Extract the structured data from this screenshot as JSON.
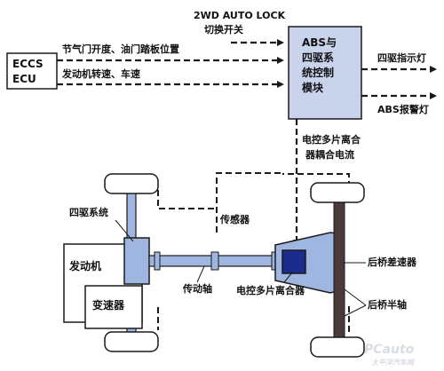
{
  "ecu": {
    "line1": "ECCS",
    "line2": "ECU"
  },
  "abs_unit": {
    "line1": "ABS与",
    "line2": "四驱系",
    "line3": "统控制",
    "line4": "模块"
  },
  "signals": {
    "switch_name": "2WD AUTO LOCK",
    "switch_label": "切换开关",
    "throttle": "节气门开度、油门踏板位置",
    "engine_speed": "发动机转速、车速",
    "clutch_current_1": "电控多片离合",
    "clutch_current_2": "器耦合电流",
    "sensor": "传感器"
  },
  "outputs": {
    "fwd_lamp": "四驱指示灯",
    "abs_lamp": "ABS报警灯"
  },
  "components": {
    "four_wd_system": "四驱系统",
    "engine": "发动机",
    "transmission": "变速器",
    "drive_shaft": "传动轴",
    "clutch": "电控多片离合器",
    "rear_diff": "后桥差速器",
    "rear_half_shaft": "后桥半轴"
  },
  "watermark": {
    "logo": "PCauto",
    "sub": "太平洋汽车网"
  },
  "colors": {
    "module_fill": "#c9d3ec",
    "blue_fill": "#9fb6e0",
    "clutch_dark": "#1c2c8c",
    "wheel_fill": "#ffffff",
    "line": "#1a1a1a"
  }
}
